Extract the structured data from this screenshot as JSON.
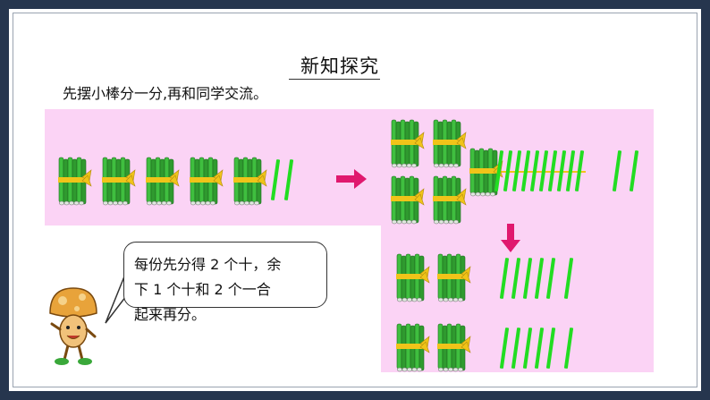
{
  "title": "新知探究",
  "instruction": "先摆小棒分一分,再和同学交流。",
  "speech_bubble": {
    "lines": [
      "每份先分得 2 个十，余",
      "下 1 个十和 2 个一合",
      "起来再分。"
    ]
  },
  "colors": {
    "frame": "#26364e",
    "pink_area": "#fbd3f5",
    "stick_green": "#22dd22",
    "bundle_tie": "#f0c419",
    "arrow": "#e0186e"
  },
  "groups": {
    "original": {
      "bundles_of_ten": 5,
      "single_sticks": 2
    },
    "first_share": {
      "bundles_of_ten_per_share": 2,
      "shares": 2
    },
    "regroup": {
      "bundles_of_ten": 1,
      "single_sticks": 12
    },
    "final_share": {
      "bundles_of_ten": 2,
      "single_sticks": 6,
      "rows": 2
    }
  },
  "icons": [
    "right-arrow-icon",
    "down-arrow-icon",
    "stick-bundle-icon",
    "mushroom-mascot-icon"
  ]
}
